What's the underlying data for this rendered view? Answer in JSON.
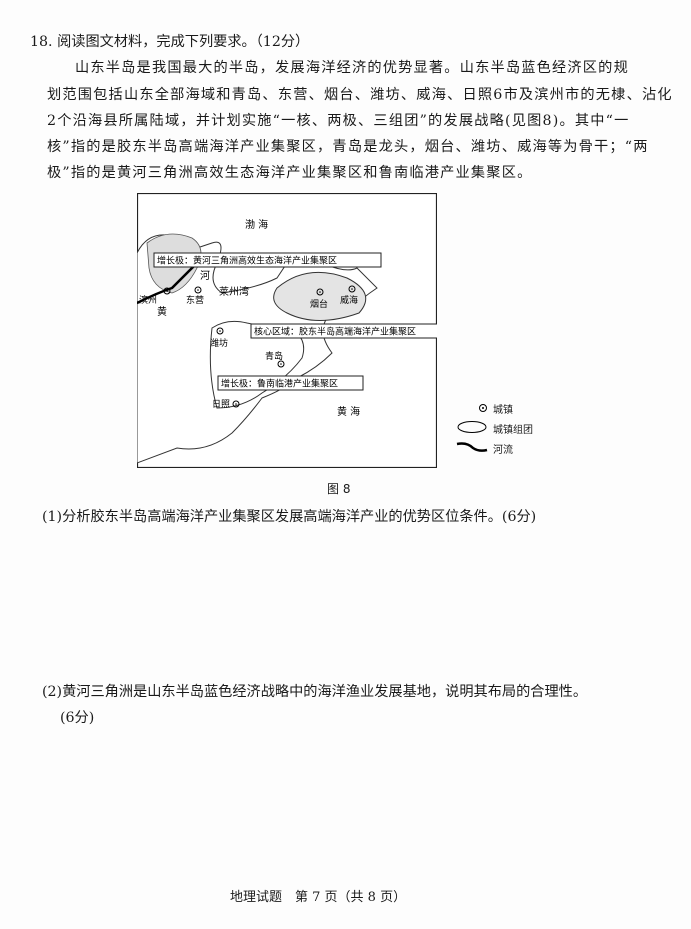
{
  "question": {
    "title": "18. 阅读图文材料，完成下列要求。（12分）",
    "paragraph_lines": [
      "山东半岛是我国最大的半岛，发展海洋经济的优势显著。山东半岛蓝色经济区的规",
      "划范围包括山东全部海域和青岛、东营、烟台、潍坊、威海、日照6市及滨州市的无棣、沾化",
      "2个沿海县所属陆域，并计划实施“一核、两极、三组团”的发展战略(见图8)。其中“一",
      "核”指的是胶东半岛高端海洋产业集聚区，青岛是龙头，烟台、潍坊、威海等为骨干；“两",
      "极”指的是黄河三角洲高效生态海洋产业集聚区和鲁南临港产业集聚区。"
    ]
  },
  "map": {
    "caption": "图 8",
    "seas": {
      "bohai": "渤 海",
      "huanghai": "黄 海"
    },
    "bay": "莱州湾",
    "river": [
      "黄",
      "河"
    ],
    "cities": [
      "滨州",
      "东营",
      "烟台",
      "威海",
      "潍坊",
      "青岛",
      "日照"
    ],
    "boxes": [
      "增长极：黄河三角洲高效生态海洋产业集聚区",
      "核心区域：胶东半岛高端海洋产业集聚区",
      "增长极：鲁南临港产业集聚区"
    ],
    "legend": [
      {
        "icon": "town-dot-icon",
        "label": "城镇"
      },
      {
        "icon": "town-cluster-ellipse-icon",
        "label": "城镇组团"
      },
      {
        "icon": "river-line-icon",
        "label": "河流"
      }
    ]
  },
  "subquestions": [
    {
      "text": "(1)分析胶东半岛高端海洋产业集聚区发展高端海洋产业的优势区位条件。(6分)"
    },
    {
      "text": "(2)黄河三角洲是山东半岛蓝色经济战略中的海洋渔业发展基地，说明其布局的合理性。",
      "score": "(6分)"
    }
  ],
  "footer": "地理试题　第 7 页（共 8 页）"
}
